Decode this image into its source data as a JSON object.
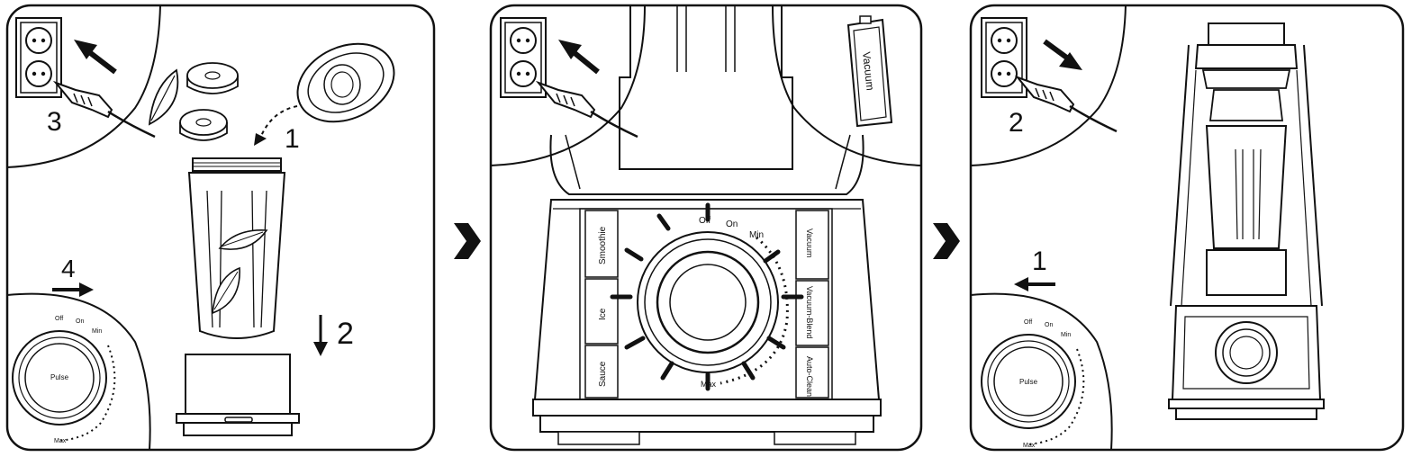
{
  "panel1": {
    "step_1": "1",
    "step_2": "2",
    "step_3": "3",
    "step_4": "4",
    "dial_off": "Off",
    "dial_on": "On",
    "dial_min": "Min",
    "dial_max": "Max",
    "dial_center": "Pulse"
  },
  "panel2": {
    "top_label": "Vacuum",
    "left_buttons": [
      "Smoothie",
      "Ice",
      "Sauce"
    ],
    "right_buttons": [
      "Vacuum",
      "Vacuum-Blend",
      "Auto-Clean"
    ],
    "dial_off": "Off",
    "dial_on": "On",
    "dial_min": "Min",
    "dial_max": "Max"
  },
  "panel3": {
    "step_1": "1",
    "step_2": "2",
    "dial_off": "Off",
    "dial_on": "On",
    "dial_min": "Min",
    "dial_max": "Max",
    "dial_center": "Pulse"
  },
  "colors": {
    "line": "#1a1a1a",
    "background": "#ffffff"
  },
  "icons": [
    "wall-socket-icon",
    "plug-icon",
    "arrow-icon",
    "chevron-right-icon",
    "leaf-icon"
  ]
}
